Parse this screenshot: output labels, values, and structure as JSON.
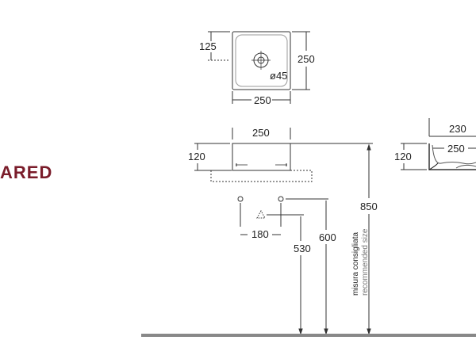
{
  "brand": {
    "text": "ARED",
    "color": "#7a1c2a"
  },
  "top_view": {
    "width_label": "250",
    "height_label": "250",
    "offset_label": "125",
    "drain_label": "ø45"
  },
  "front_view": {
    "width_label": "250",
    "height_label": "120"
  },
  "side_view": {
    "outer_label": "230",
    "inner_label": "250",
    "height_label": "120"
  },
  "install": {
    "tap_offset_label": "180",
    "drain_height_label": "530",
    "supply_height_label": "600",
    "total_height_label": "850",
    "note_it": "misura consigliata",
    "note_en": "recommended size"
  },
  "colors": {
    "line": "#333333",
    "floor": "#888888",
    "brand": "#7a1c2a"
  }
}
